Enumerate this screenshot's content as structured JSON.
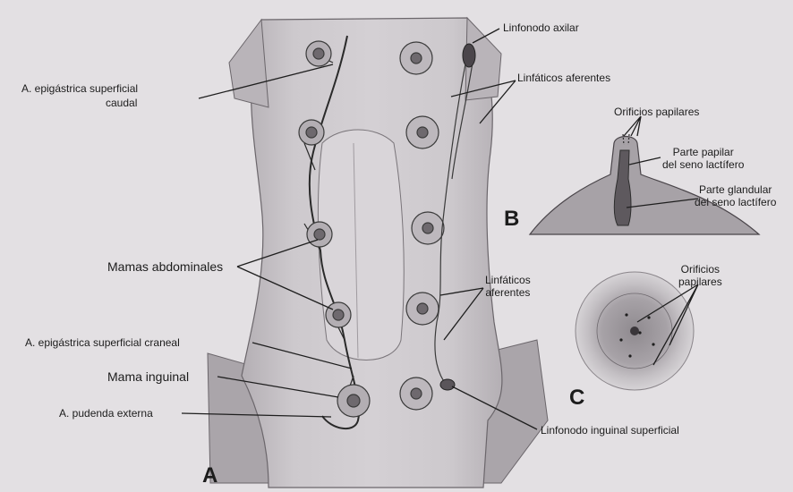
{
  "figure": {
    "panel_letters": {
      "a": "A",
      "b": "B",
      "c": "C"
    },
    "labels": {
      "epigastrica_caudal_line1": "A. epigástrica superficial",
      "epigastrica_caudal_line2": "caudal",
      "mamas_abdominales": "Mamas abdominales",
      "epigastrica_craneal": "A. epigástrica superficial craneal",
      "mama_inguinal": "Mama inguinal",
      "pudenda_externa": "A. pudenda externa",
      "linfonodo_axilar": "Linfonodo axilar",
      "linfaticos_aferentes_top": "Linfáticos aferentes",
      "linfaticos_aferentes_mid_line1": "Linfáticos",
      "linfaticos_aferentes_mid_line2": "aferentes",
      "linfonodo_inguinal": "Linfonodo inguinal superficial",
      "b_orificios": "Orificios papilares",
      "b_parte_papilar_line1": "Parte papilar",
      "b_parte_papilar_line2": "del seno lactífero",
      "b_parte_glandular_line1": "Parte glandular",
      "b_parte_glandular_line2": "del seno lactífero",
      "c_orificios_line1": "Orificios",
      "c_orificios_line2": "papilares"
    }
  },
  "colors": {
    "background": "#e3e0e3",
    "body": "#cbc7cb",
    "shading": "#a9a4a9",
    "line": "#2a2a2a"
  }
}
